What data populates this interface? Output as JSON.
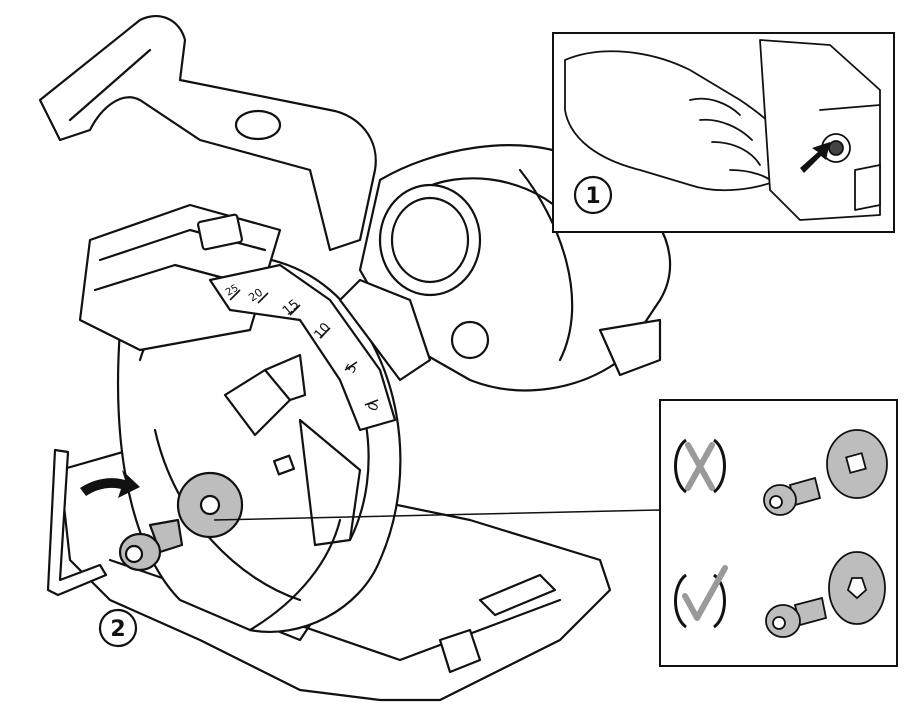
{
  "steps": [
    {
      "number": "1"
    },
    {
      "number": "2"
    }
  ],
  "scale": {
    "ticks": [
      "0",
      "5",
      "10",
      "15",
      "20",
      "25"
    ]
  },
  "inset_wrong": {
    "icon": "cross-mark-icon"
  },
  "inset_right": {
    "icon": "check-mark-icon"
  },
  "colors": {
    "line": "#111111",
    "gray_part": "#bdbdbd",
    "check_gray": "#9a9a9a",
    "arrow": "#111111"
  }
}
